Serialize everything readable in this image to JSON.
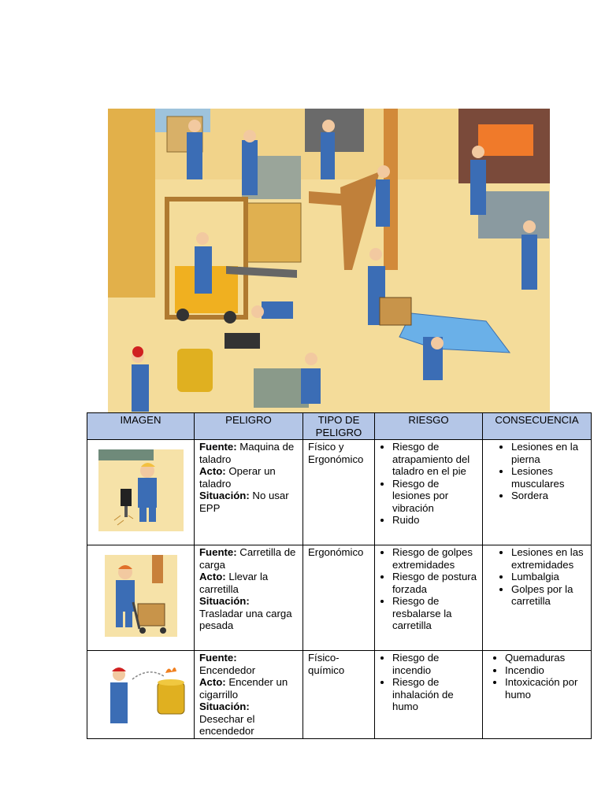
{
  "illustration": {
    "alt_icon": "workshop-hazards-illustration"
  },
  "table": {
    "headers": [
      "IMAGEN",
      "PELIGRO",
      "TIPO DE PELIGRO",
      "RIESGO",
      "CONSECUENCIA"
    ],
    "rows": [
      {
        "image_icon": "jackhammer-worker-thumbnail",
        "peligro": {
          "fuente_label": "Fuente:",
          "fuente": "Maquina de taladro",
          "acto_label": "Acto:",
          "acto": "Operar un taladro",
          "situacion_label": "Situación:",
          "situacion": "No usar EPP"
        },
        "tipo": "Físico y Ergonómico",
        "riesgo": [
          "Riesgo de atrapamiento del taladro en el pie",
          "Riesgo de lesiones por vibración",
          "Ruido"
        ],
        "consecuencia": [
          "Lesiones en la pierna",
          "Lesiones musculares",
          "Sordera"
        ]
      },
      {
        "image_icon": "cart-worker-thumbnail",
        "peligro": {
          "fuente_label": "Fuente:",
          "fuente": "Carretilla de carga",
          "acto_label": "Acto:",
          "acto": "Llevar la carretilla",
          "situacion_label": "Situación:",
          "situacion": "Trasladar una carga pesada"
        },
        "tipo": "Ergonómico",
        "riesgo": [
          "Riesgo de golpes extremidades",
          "Riesgo de postura forzada",
          "Riesgo de resbalarse la carretilla"
        ],
        "consecuencia": [
          "Lesiones en las extremidades",
          "Lumbalgia",
          "Golpes por la carretilla"
        ]
      },
      {
        "image_icon": "smoker-worker-thumbnail",
        "peligro": {
          "fuente_label": "Fuente:",
          "fuente": "Encendedor",
          "acto_label": "Acto:",
          "acto": "Encender un cigarrillo",
          "situacion_label": "Situación:",
          "situacion": "Desechar el encendedor"
        },
        "tipo": "Físico-químico",
        "riesgo": [
          "Riesgo de incendio",
          "Riesgo de inhalación de humo"
        ],
        "consecuencia": [
          "Quemaduras",
          "Incendio",
          "Intoxicación por humo"
        ]
      }
    ]
  },
  "colors": {
    "header_bg": "#b4c6e7",
    "floor": "#f4d98e",
    "wall": "#f1d58b",
    "worker_blue": "#3b6db5"
  }
}
